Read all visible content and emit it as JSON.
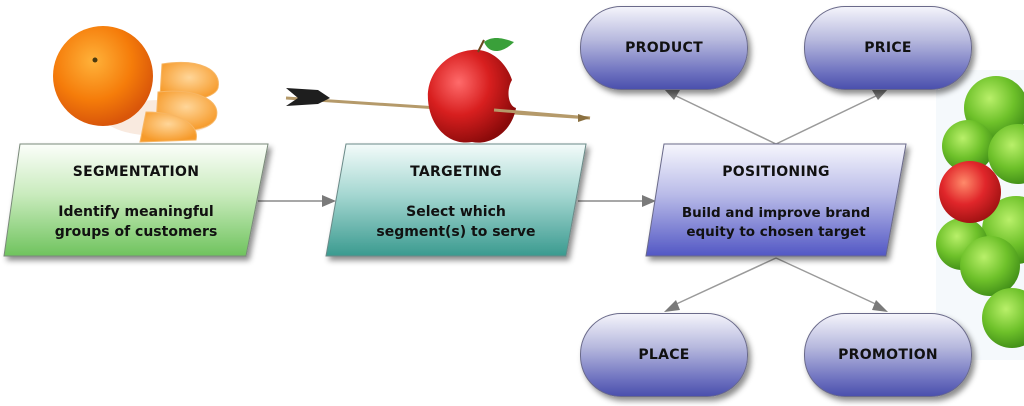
{
  "diagram": {
    "steps": [
      {
        "title": "SEGMENTATION",
        "line1": "Identify meaningful",
        "line2": "groups of customers"
      },
      {
        "title": "TARGETING",
        "line1": "Select which",
        "line2": "segment(s) to serve"
      },
      {
        "title": "POSITIONING",
        "line1": "Build and improve brand",
        "line2": "equity to chosen target"
      }
    ],
    "marketing_mix": {
      "product": "PRODUCT",
      "price": "PRICE",
      "place": "PLACE",
      "promotion": "PROMOTION"
    },
    "images": {
      "segmentation": "orange-with-segments",
      "targeting": "apple-pierced-by-arrow",
      "positioning": "red-apple-among-green-apples"
    },
    "colors": {
      "segmentation": "#78c96a",
      "targeting": "#3e9e94",
      "positioning": "#5a5fc6",
      "pill": "#6d71bf",
      "connector": "#8a8a8a"
    }
  }
}
